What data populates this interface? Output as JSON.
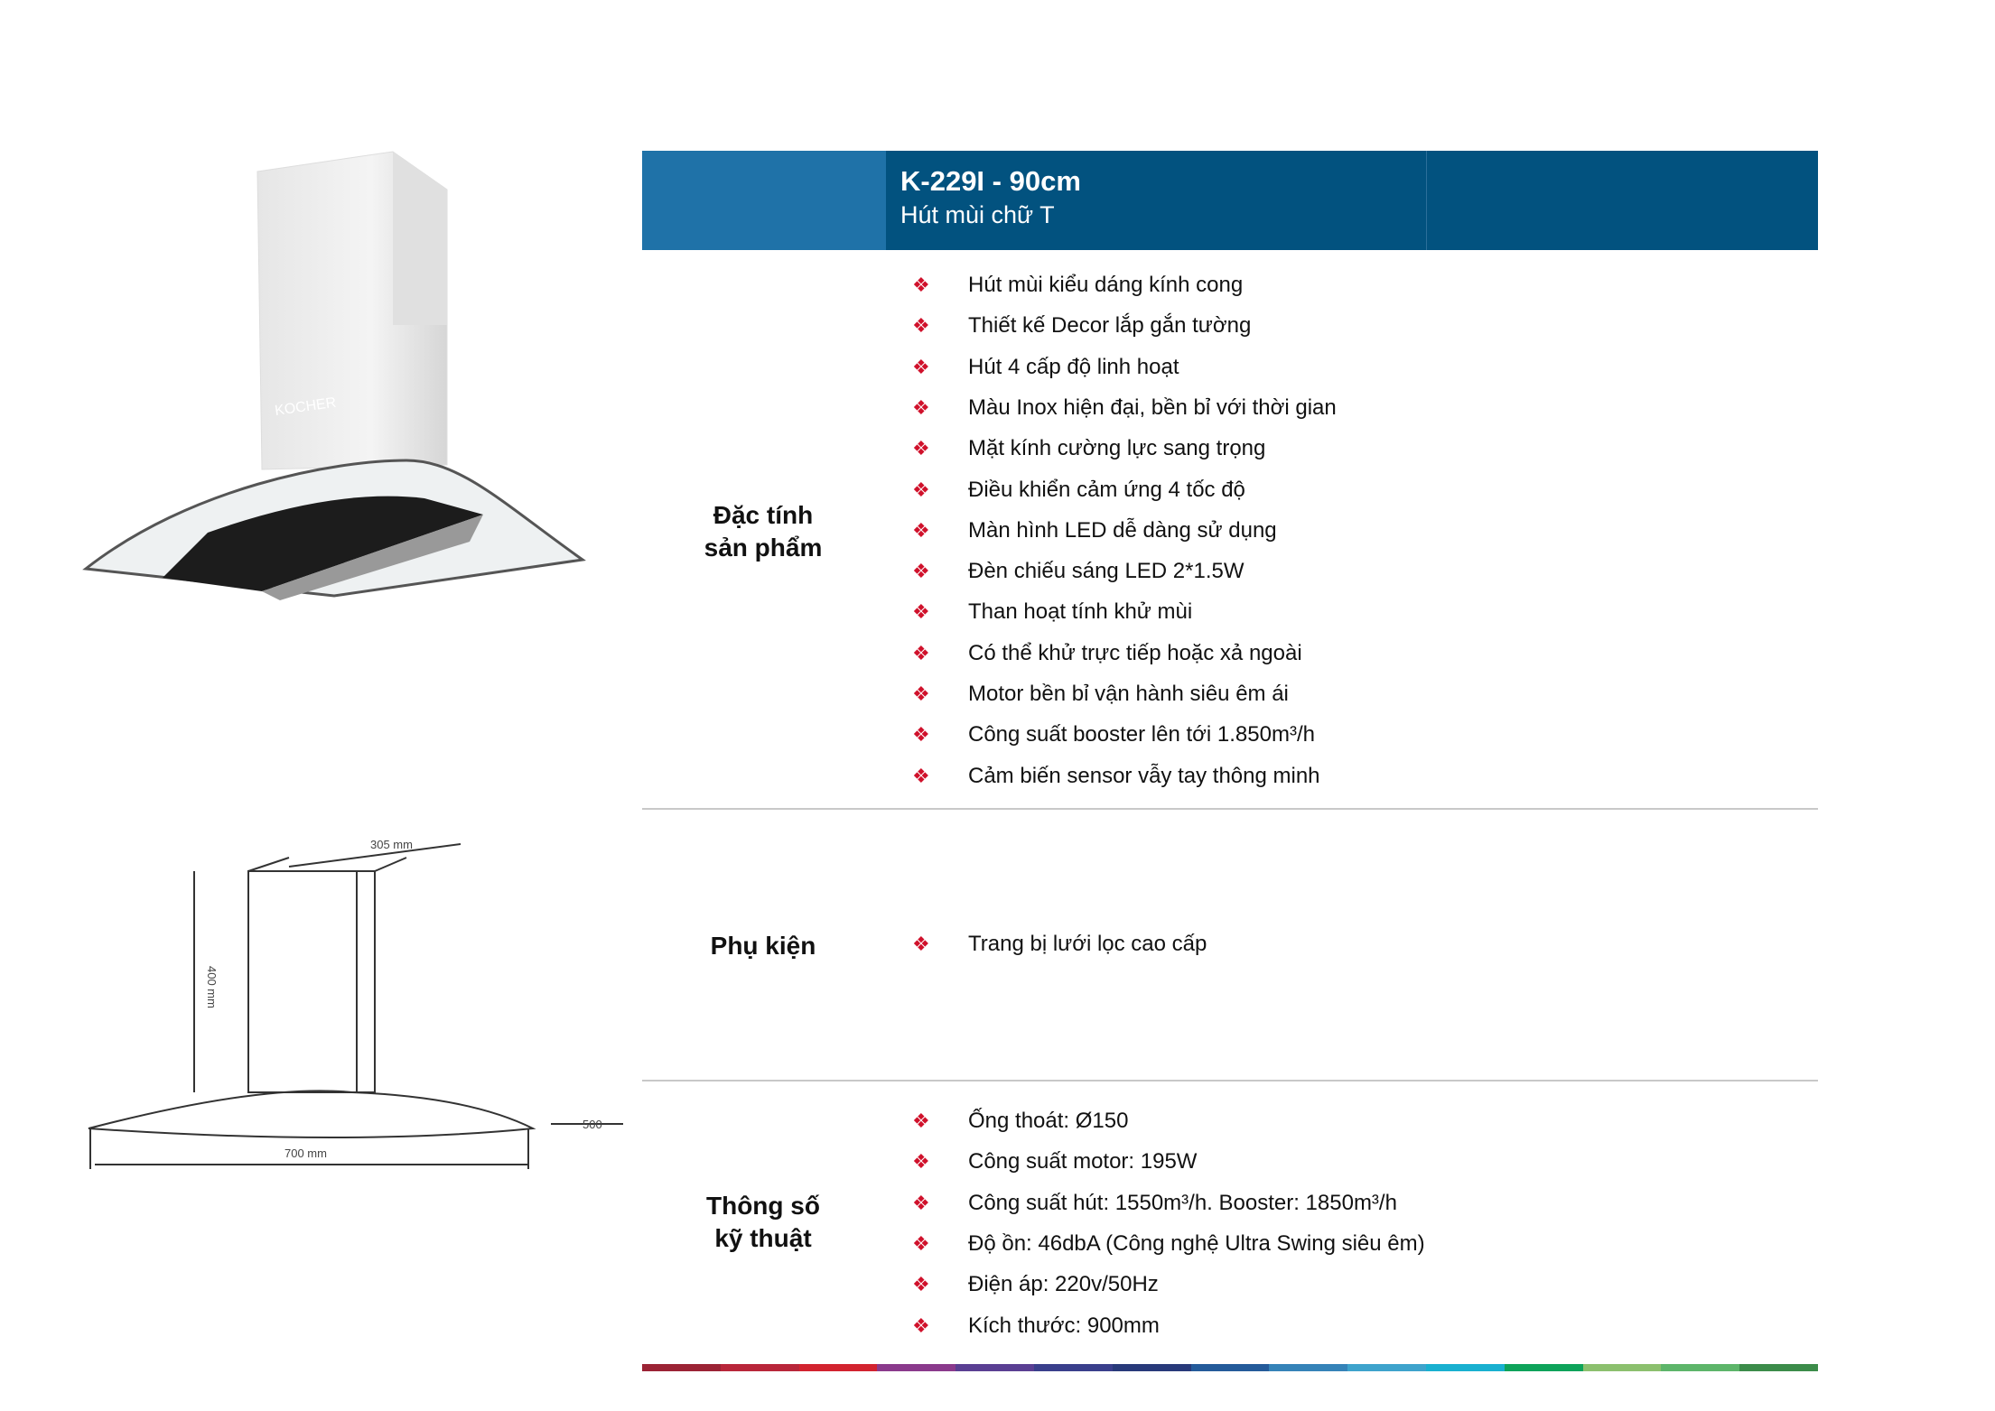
{
  "header": {
    "title": "K-229I - 90cm",
    "subtitle": "Hút mùi chữ T"
  },
  "product_image": {
    "brand": "KOCHER"
  },
  "drawing": {
    "dims": [
      "305 mm",
      "400 mm",
      "700 mm",
      "500"
    ]
  },
  "sections": [
    {
      "label_lines": [
        "Đặc tính",
        "sản phẩm"
      ],
      "items": [
        "Hút mùi kiểu dáng kính cong",
        "Thiết kế Decor lắp gắn tường",
        "Hút 4 cấp độ linh hoạt",
        "Màu Inox hiện đại, bền bỉ với thời gian",
        "Mặt kính cường lực sang trọng",
        "Điều khiển cảm ứng 4 tốc độ",
        "Màn hình LED dễ dàng sử dụng",
        "Đèn chiếu sáng LED 2*1.5W",
        "Than hoạt tính khử mùi",
        "Có thể khử trực tiếp hoặc xả ngoài",
        "Motor bền bỉ vận hành siêu êm ái",
        "Công suất booster lên tới 1.850m³/h",
        "Cảm biến sensor vẫy tay thông minh"
      ]
    },
    {
      "label_lines": [
        "Phụ kiện"
      ],
      "items": [
        "Trang bị lưới lọc cao cấp"
      ]
    },
    {
      "label_lines": [
        "Thông số",
        "kỹ thuật"
      ],
      "items": [
        "Ống thoát: Ø150",
        "Công suất motor: 195W",
        "Công suất hút: 1550m³/h. Booster: 1850m³/h",
        "Độ ồn: 46dbA (Công nghệ Ultra Swing siêu êm)",
        "Điện áp: 220v/50Hz",
        "Kích thước: 900mm"
      ]
    }
  ],
  "bullet": "❖",
  "colors": {
    "header_dark": "#02527f",
    "header_light": "#1f72a8",
    "bullet": "#d0112b",
    "bar": [
      "#9b2335",
      "#b8263a",
      "#d2232f",
      "#8a3a8c",
      "#5a3f93",
      "#3a3f8c",
      "#283a7a",
      "#245b9a",
      "#3583b8",
      "#3ea3cc",
      "#19b0d0",
      "#0ea35a",
      "#8cc06e",
      "#5db56a",
      "#3c8c4a"
    ]
  }
}
